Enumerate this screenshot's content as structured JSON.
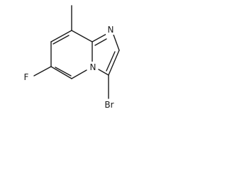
{
  "molecule": {
    "atoms": {
      "n_imine": "N",
      "n_bridge": "N",
      "fluorine": "F",
      "bromine": "Br"
    },
    "colors": {
      "bond": "#1a1a1a",
      "text": "#1a1a1a",
      "background": "#ffffff"
    }
  }
}
